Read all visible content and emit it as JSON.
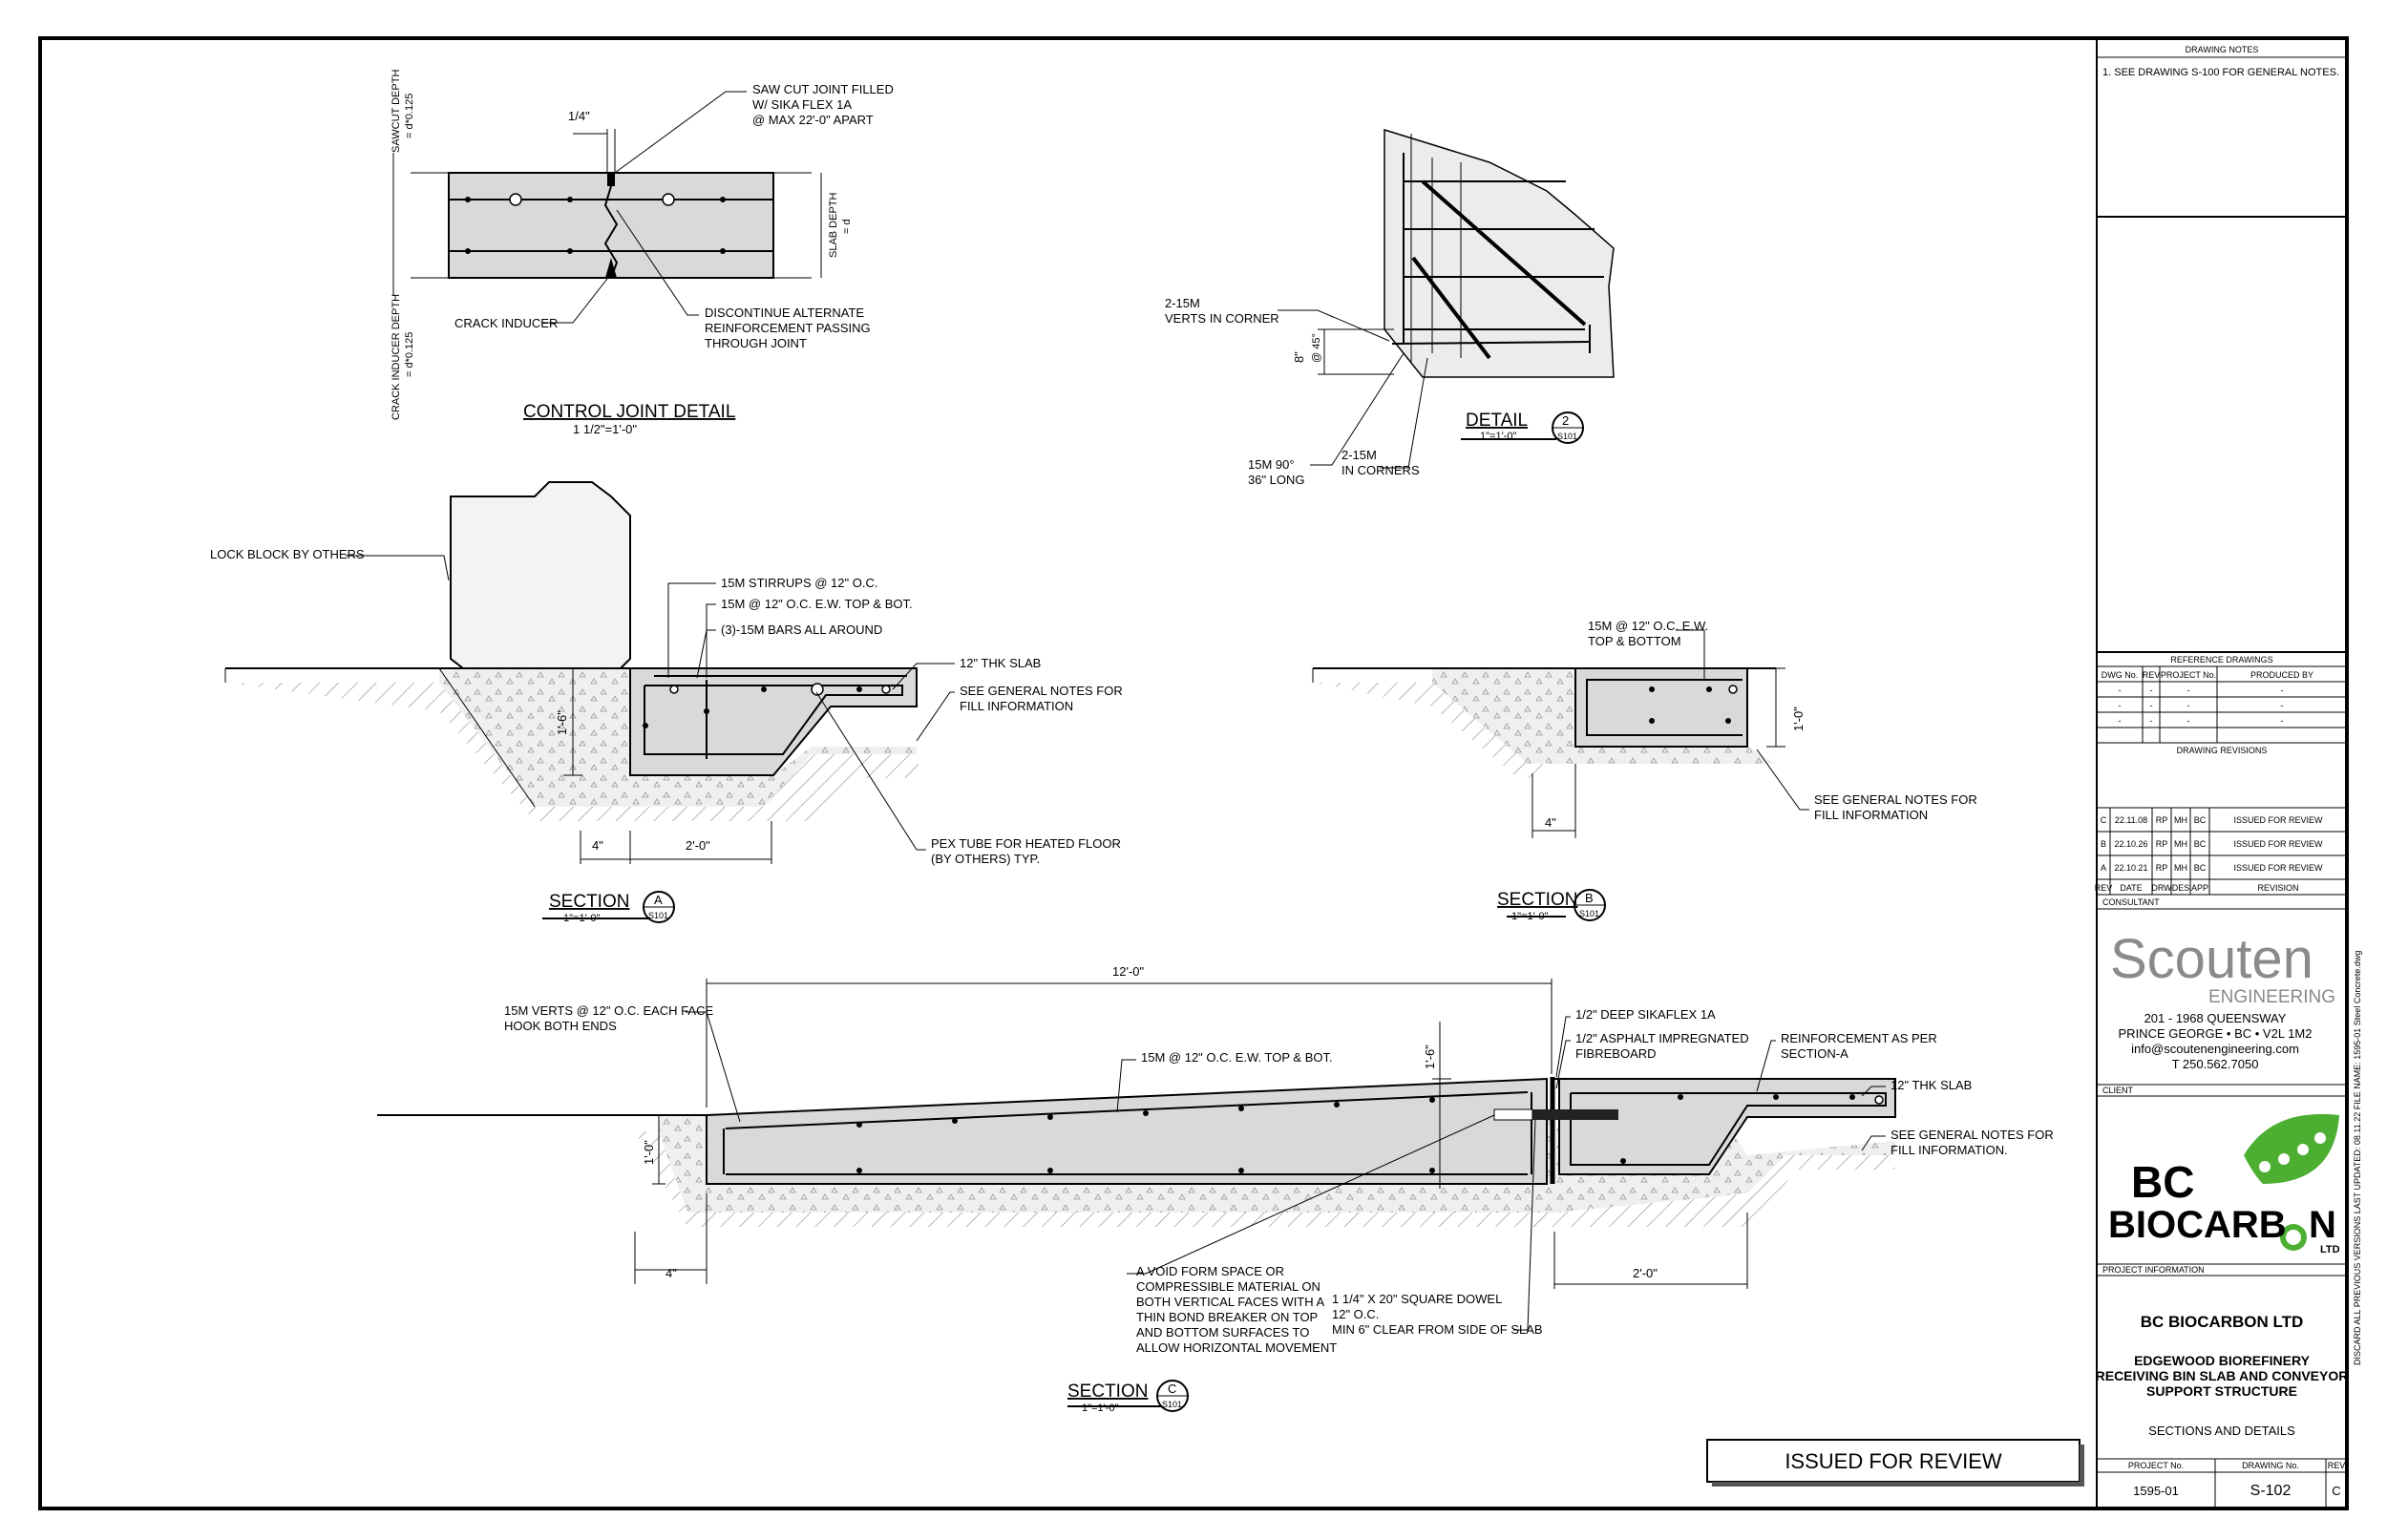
{
  "control_joint": {
    "sawcut_label_1": "SAWCUT DEPTH",
    "sawcut_label_2": "= d*0.125",
    "crack_depth_label_1": "CRACK INDUCER DEPTH",
    "crack_depth_label_2": "= d*0.125",
    "slab_depth_1": "SLAB DEPTH",
    "slab_depth_2": "= d",
    "quarter": "1/4\"",
    "sawcut_note": [
      "SAW CUT JOINT FILLED",
      "W/ SIKA FLEX 1A",
      "@ MAX 22'-0\" APART"
    ],
    "crack_inducer": "CRACK INDUCER",
    "discontinue": [
      "DISCONTINUE ALTERNATE",
      "REINFORCEMENT PASSING",
      "THROUGH JOINT"
    ],
    "title": "CONTROL JOINT DETAIL",
    "scale": "1 1/2\"=1'-0\""
  },
  "detail2": {
    "verts": [
      "2-15M",
      "VERTS IN CORNER"
    ],
    "eight": "8\"",
    "at45": "@ 45°",
    "fifteen90": [
      "15M 90°",
      "36\" LONG"
    ],
    "corners": [
      "2-15M",
      "IN CORNERS"
    ],
    "title": "DETAIL",
    "scale": "1\"=1'-0\"",
    "bubble_num": "2",
    "bubble_sheet": "S101"
  },
  "section_a": {
    "lockblock": "LOCK BLOCK BY OTHERS",
    "stirrups": "15M STIRRUPS @ 12\" O.C.",
    "ew": "15M @ 12\" O.C. E.W. TOP & BOT.",
    "bars": "(3)-15M BARS ALL AROUND",
    "slab": "12\" THK SLAB",
    "fill": [
      "SEE GENERAL NOTES FOR",
      "FILL INFORMATION"
    ],
    "pex": [
      "PEX TUBE FOR HEATED FLOOR",
      "(BY OTHERS) TYP."
    ],
    "dim_h": "1'-6\"",
    "dim_4": "4\"",
    "dim_2": "2'-0\"",
    "title": "SECTION",
    "scale": "1\"=1'-0\"",
    "bubble_num": "A",
    "bubble_sheet": "S101"
  },
  "section_b": {
    "ew": [
      "15M @ 12\" O.C. E.W.",
      "TOP & BOTTOM"
    ],
    "dim_h": "1'-0\"",
    "dim_4": "4\"",
    "fill": [
      "SEE GENERAL NOTES FOR",
      "FILL INFORMATION"
    ],
    "title": "SECTION",
    "scale": "1\"=1'-0\"",
    "bubble_num": "B",
    "bubble_sheet": "S101"
  },
  "section_c": {
    "dim_12": "12'-0\"",
    "verts": [
      "15M VERTS @ 12\" O.C. EACH FACE",
      "HOOK BOTH ENDS"
    ],
    "ew": "15M @ 12\" O.C. E.W. TOP & BOT.",
    "dim_16": "1'-6\"",
    "dim_10": "1'-0\"",
    "dim_4": "4\"",
    "dim_2": "2'-0\"",
    "sika": "1/2\" DEEP SIKAFLEX 1A",
    "asphalt": [
      "1/2\" ASPHALT IMPREGNATED",
      "FIBREBOARD"
    ],
    "reinf": [
      "REINFORCEMENT AS PER",
      "SECTION-A"
    ],
    "slab": "12\" THK SLAB",
    "fill": [
      "SEE GENERAL NOTES FOR",
      "FILL INFORMATION."
    ],
    "void": [
      "A VOID FORM SPACE OR",
      "COMPRESSIBLE MATERIAL ON",
      "BOTH VERTICAL FACES WITH A",
      "THIN BOND BREAKER ON TOP",
      "AND BOTTOM SURFACES TO",
      "ALLOW HORIZONTAL MOVEMENT"
    ],
    "dowel": [
      "1 1/4\" X 20\" SQUARE DOWEL",
      "12\" O.C.",
      "MIN 6\" CLEAR FROM SIDE OF SLAB"
    ],
    "title": "SECTION",
    "scale": "1\"=1'-0\"",
    "bubble_num": "C",
    "bubble_sheet": "S101"
  },
  "stamp": "ISSUED FOR REVIEW",
  "titleblock": {
    "drawing_notes_header": "DRAWING NOTES",
    "note1": "1.  SEE DRAWING S-100 FOR GENERAL NOTES.",
    "ref_header": "REFERENCE DRAWINGS",
    "ref_cols": [
      "DWG No.",
      "REV",
      "PROJECT No.",
      "PRODUCED BY"
    ],
    "ref_rows": [
      [
        "-",
        "-",
        "-",
        "-"
      ],
      [
        "-",
        "-",
        "-",
        "-"
      ],
      [
        "-",
        "-",
        "-",
        "-"
      ]
    ],
    "rev_header": "DRAWING REVISIONS",
    "rev_rows": [
      [
        "C",
        "22.11.08",
        "RP",
        "MH",
        "BC",
        "ISSUED FOR REVIEW"
      ],
      [
        "B",
        "22.10.26",
        "RP",
        "MH",
        "BC",
        "ISSUED FOR REVIEW"
      ],
      [
        "A",
        "22.10.21",
        "RP",
        "MH",
        "BC",
        "ISSUED FOR REVIEW"
      ]
    ],
    "rev_cols": [
      "REV",
      "DATE",
      "DRW",
      "DES",
      "APP",
      "REVISION"
    ],
    "consultant": "CONSULTANT",
    "scouten": "Scouten",
    "engineering": "ENGINEERING",
    "addr1": "201 - 1968 QUEENSWAY",
    "addr2": "PRINCE GEORGE • BC • V2L 1M2",
    "email": "info@scoutenengineering.com",
    "phone": "T  250.562.7050",
    "client": "CLIENT",
    "bc": "BC",
    "biocarbon": "BIOCARB",
    "biocarbon_n": "N",
    "ltd": "LTD",
    "proj_info": "PROJECT INFORMATION",
    "company": "BC BIOCARBON LTD",
    "proj1": "EDGEWOOD BIOREFINERY",
    "proj2": "RECEIVING BIN SLAB AND CONVEYOR",
    "proj3": "SUPPORT STRUCTURE",
    "sheet_title": "SECTIONS AND DETAILS",
    "proj_no_label": "PROJECT No.",
    "dwg_no_label": "DRAWING No.",
    "rev_label": "REV",
    "proj_no": "1595-01",
    "dwg_no": "S-102",
    "rev": "C",
    "side_text": "DISCARD ALL PREVIOUS VERSIONS    LAST UPDATED: 08.11.22    FILE NAME: 1595-01 Steel Concrete.dwg"
  }
}
